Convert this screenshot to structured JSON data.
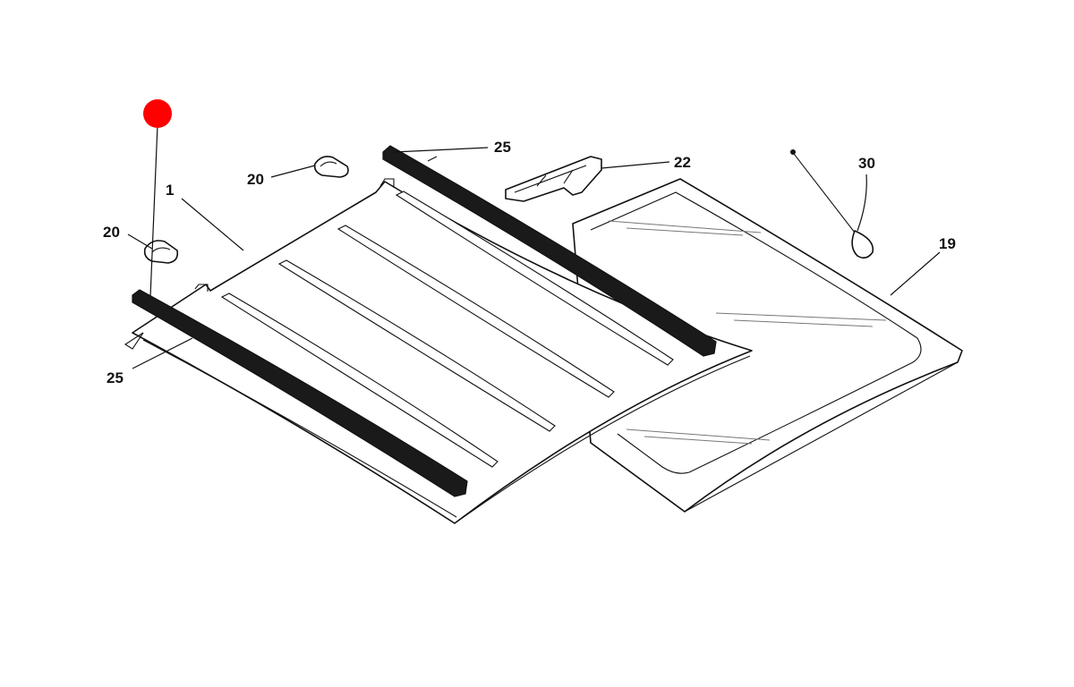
{
  "diagram": {
    "callouts": {
      "panel": "1",
      "clip_left": "20",
      "clip_top": "20",
      "rail": "22",
      "seal_top": "25",
      "seal_bottom": "25",
      "glass": "19",
      "wire": "30"
    },
    "marker_color": "#ff0000"
  }
}
